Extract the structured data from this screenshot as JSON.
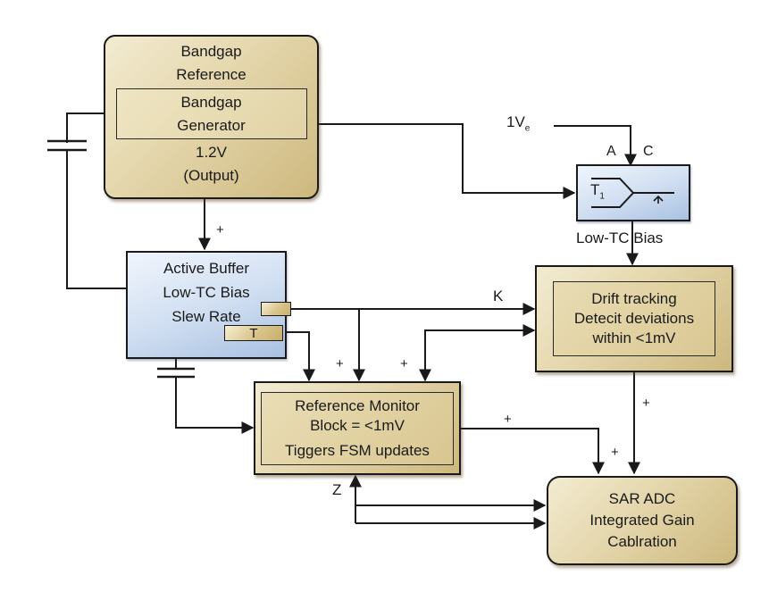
{
  "diagram": {
    "bandgap_reference": {
      "title_line1": "Bandgap",
      "title_line2": "Reference",
      "inner_line1": "Bandgap",
      "inner_line2": "Generator",
      "output_line1": "1.2V",
      "output_line2": "(Output)"
    },
    "active_buffer": {
      "line1": "Active Buffer",
      "line2": "Low-TC Bias",
      "line3": "Slew Rate",
      "port_t_label": "T"
    },
    "low_tc_bias": {
      "caption": "Low-TC Bias",
      "comparator_label": "T",
      "comparator_subscript": "1",
      "input_label": "1V",
      "input_subscript": "e",
      "port_a": "A",
      "port_c": "C"
    },
    "drift_tracking": {
      "line1": "Drift tracking",
      "line2": "Detecit deviations",
      "line3": "within <1mV"
    },
    "reference_monitor": {
      "line1": "Reference Monitor",
      "line2": "Block = <1mV",
      "line3": "Tiggers FSM updates"
    },
    "sar_adc": {
      "line1": "SAR ADC",
      "line2": "Integrated Gain",
      "line3": "Cablration"
    },
    "signal_labels": {
      "k": "K",
      "z": "Z",
      "plus": "+"
    },
    "colors": {
      "gold_block": "#e4d6ab",
      "blue_block": "#d2e0f2",
      "wire": "#1a1a1a"
    }
  }
}
